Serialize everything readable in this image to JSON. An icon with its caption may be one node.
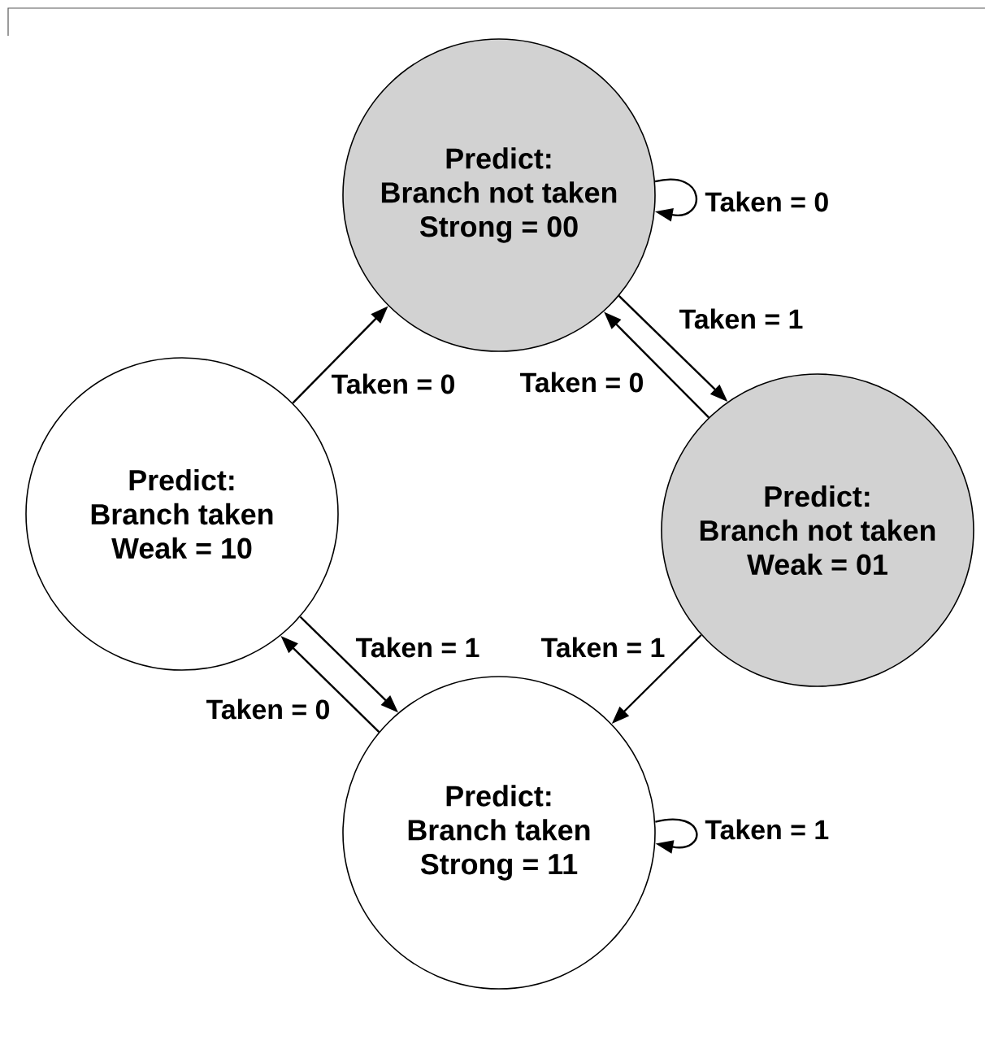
{
  "diagram": {
    "nodes": [
      {
        "text": [
          "Predict:",
          "Branch not taken",
          "Strong = 00"
        ]
      },
      {
        "text": [
          "Predict:",
          "Branch taken",
          "Weak = 10"
        ]
      },
      {
        "text": [
          "Predict:",
          "Branch not taken",
          "Weak = 01"
        ]
      },
      {
        "text": [
          "Predict:",
          "Branch taken",
          "Strong = 11"
        ]
      }
    ],
    "edges": [
      {
        "from": 0,
        "to": 0,
        "arrow": "to",
        "label": "Taken = 0"
      },
      {
        "from": 0,
        "to": 2,
        "arrow": "to",
        "label": "Taken = 1"
      },
      {
        "from": 2,
        "to": 0,
        "arrow": "to",
        "label": "Taken = 0"
      },
      {
        "from": 1,
        "to": 0,
        "arrow": "to",
        "label": "Taken = 0"
      },
      {
        "from": 2,
        "to": 3,
        "arrow": "to",
        "label": "Taken = 1"
      },
      {
        "from": 1,
        "to": 3,
        "arrow": "to",
        "label": "Taken = 1"
      },
      {
        "from": 3,
        "to": 1,
        "arrow": "to",
        "label": "Taken = 0"
      },
      {
        "from": 3,
        "to": 3,
        "arrow": "to",
        "label": "Taken = 1"
      }
    ]
  }
}
